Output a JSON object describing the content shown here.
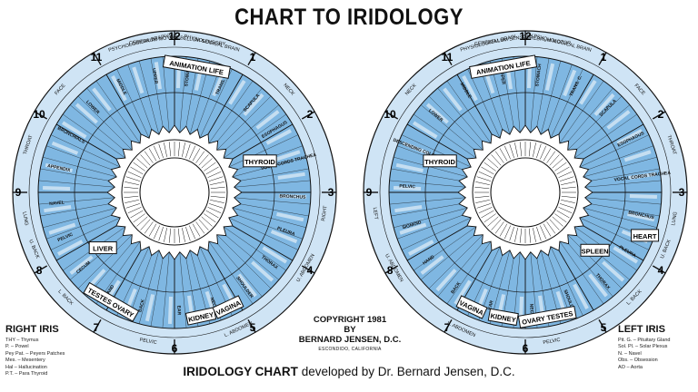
{
  "title": "CHART TO IRIDOLOGY",
  "right_iris": {
    "label": "RIGHT IRIS",
    "clock": [
      "12",
      "1",
      "2",
      "3",
      "4",
      "5",
      "6",
      "7",
      "8",
      "9",
      "10",
      "11"
    ],
    "boxes": [
      "THYROID",
      "LIVER",
      "KIDNEY",
      "VAGINA",
      "TESTES OVARY",
      "ANIMATION LIFE"
    ],
    "outer_labels": [
      "CEREBELLUM SENSORY",
      "PHYSIOLOGICAL BRAIN",
      "CEREBRUM MOTOR",
      "PSYCHOLOGICAL BRAIN",
      "NECK",
      "FACE",
      "THROAT",
      "LUNG",
      "U. BACK",
      "L. BACK",
      "PELVIC",
      "L. ABDOMEN",
      "U. ABDOMEN",
      "RIGHT"
    ],
    "zone_labels": [
      "STOMACH",
      "TRANS. C.",
      "SCAPULA",
      "ESOPHAGUS",
      "VOCAL CORDS TRACHEA",
      "BRONCHUS",
      "PLEURA",
      "THORAX",
      "SHOULDER",
      "NECK",
      "EAR",
      "BACK",
      "HAND",
      "CECUM",
      "PELVIC",
      "NAVEL",
      "APPENDIX",
      "BRONCHIALS",
      "LOWER",
      "MIDDLE",
      "UPPER"
    ]
  },
  "left_iris": {
    "label": "LEFT IRIS",
    "clock": [
      "12",
      "1",
      "2",
      "3",
      "4",
      "5",
      "6",
      "7",
      "8",
      "9",
      "10",
      "11"
    ],
    "boxes": [
      "THYROID",
      "SPLEEN",
      "KIDNEY",
      "VAGINA",
      "OVARY TESTES",
      "ANIMATION LIFE",
      "HEART"
    ],
    "outer_labels": [
      "CEREBELLUM SENSORY",
      "PHYSIOLOGICAL BRAIN",
      "CEREBRUM MOTOR",
      "PSYCHOLOGICAL BRAIN",
      "NECK",
      "FACE",
      "THROAT",
      "LUNG",
      "U. BACK",
      "L. BACK",
      "PELVIC",
      "L. ABDOMEN",
      "U. ABDOMEN",
      "LEFT"
    ],
    "zone_labels": [
      "STOMACH",
      "TRANS. C.",
      "SCAPULA",
      "ESOPHAGUS",
      "VOCAL CORDS TRACHEA",
      "BRONCHUS",
      "PLEURA",
      "THORAX",
      "SHOULDER",
      "NECK",
      "EAR",
      "BACK",
      "HAND",
      "SIGMOID",
      "PELVIC",
      "DESCENDING COLON",
      "LOWER",
      "MIDDLE",
      "UPPER"
    ]
  },
  "legend": [
    "THY – Thymus",
    "P. – Powel",
    "Pey Pat. – Peyers Patches",
    "Mes. – Mesentery",
    "Hal – Hallucination",
    "P.T. – Para Thyroid"
  ],
  "legend_left": [
    "Pit. G. – Pituitary Gland",
    "Sol. Pl. – Solar Plexus",
    "N. – Navel",
    "Obs. – Obsession",
    "AO – Aorta"
  ],
  "copyright": {
    "line1": "COPYRIGHT 1981",
    "line2": "BY",
    "line3": "BERNARD JENSEN, D.C.",
    "line4": "ESCONDIDO, CALIFORNIA"
  },
  "footer": {
    "bold": "IRIDOLOGY CHART",
    "rest": " developed by Dr. Bernard Jensen, D.C."
  },
  "colors": {
    "zone_blue": "#7fb7e2",
    "light_blue": "#cfe4f5",
    "ink": "#111111",
    "paper": "#ffffff"
  }
}
